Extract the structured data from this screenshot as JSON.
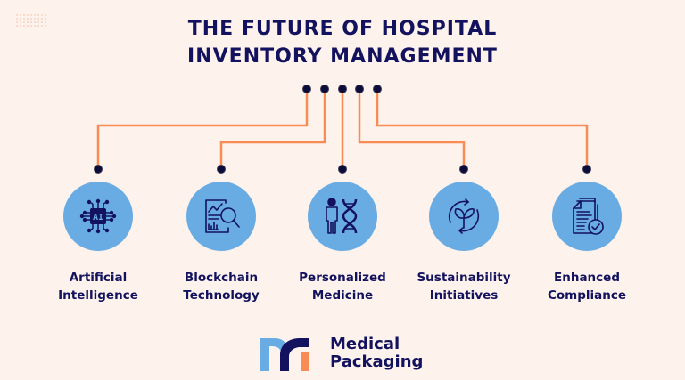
{
  "header": {
    "title_line1": "THE FUTURE OF HOSPITAL",
    "title_line2": "INVENTORY MANAGEMENT"
  },
  "colors": {
    "background": "#fdf2ec",
    "title": "#12125e",
    "connector": "#f98c55",
    "node_dot": "#12123a",
    "icon_circle": "#69abe3",
    "icon_stroke": "#12125e",
    "logo_blue": "#69abe3",
    "logo_navy": "#12125e",
    "logo_orange": "#f98c55"
  },
  "items": [
    {
      "line1": "Artificial",
      "line2": "Intelligence",
      "icon": "ai-chip-icon"
    },
    {
      "line1": "Blockchain",
      "line2": "Technology",
      "icon": "report-magnifier-icon"
    },
    {
      "line1": "Personalized",
      "line2": "Medicine",
      "icon": "person-dna-icon"
    },
    {
      "line1": "Sustainability",
      "line2": "Initiatives",
      "icon": "leaf-recycle-icon"
    },
    {
      "line1": "Enhanced",
      "line2": "Compliance",
      "icon": "document-check-icon"
    }
  ],
  "chip_text": "AI",
  "logo": {
    "line1": "Medical",
    "line2": "Packaging"
  }
}
